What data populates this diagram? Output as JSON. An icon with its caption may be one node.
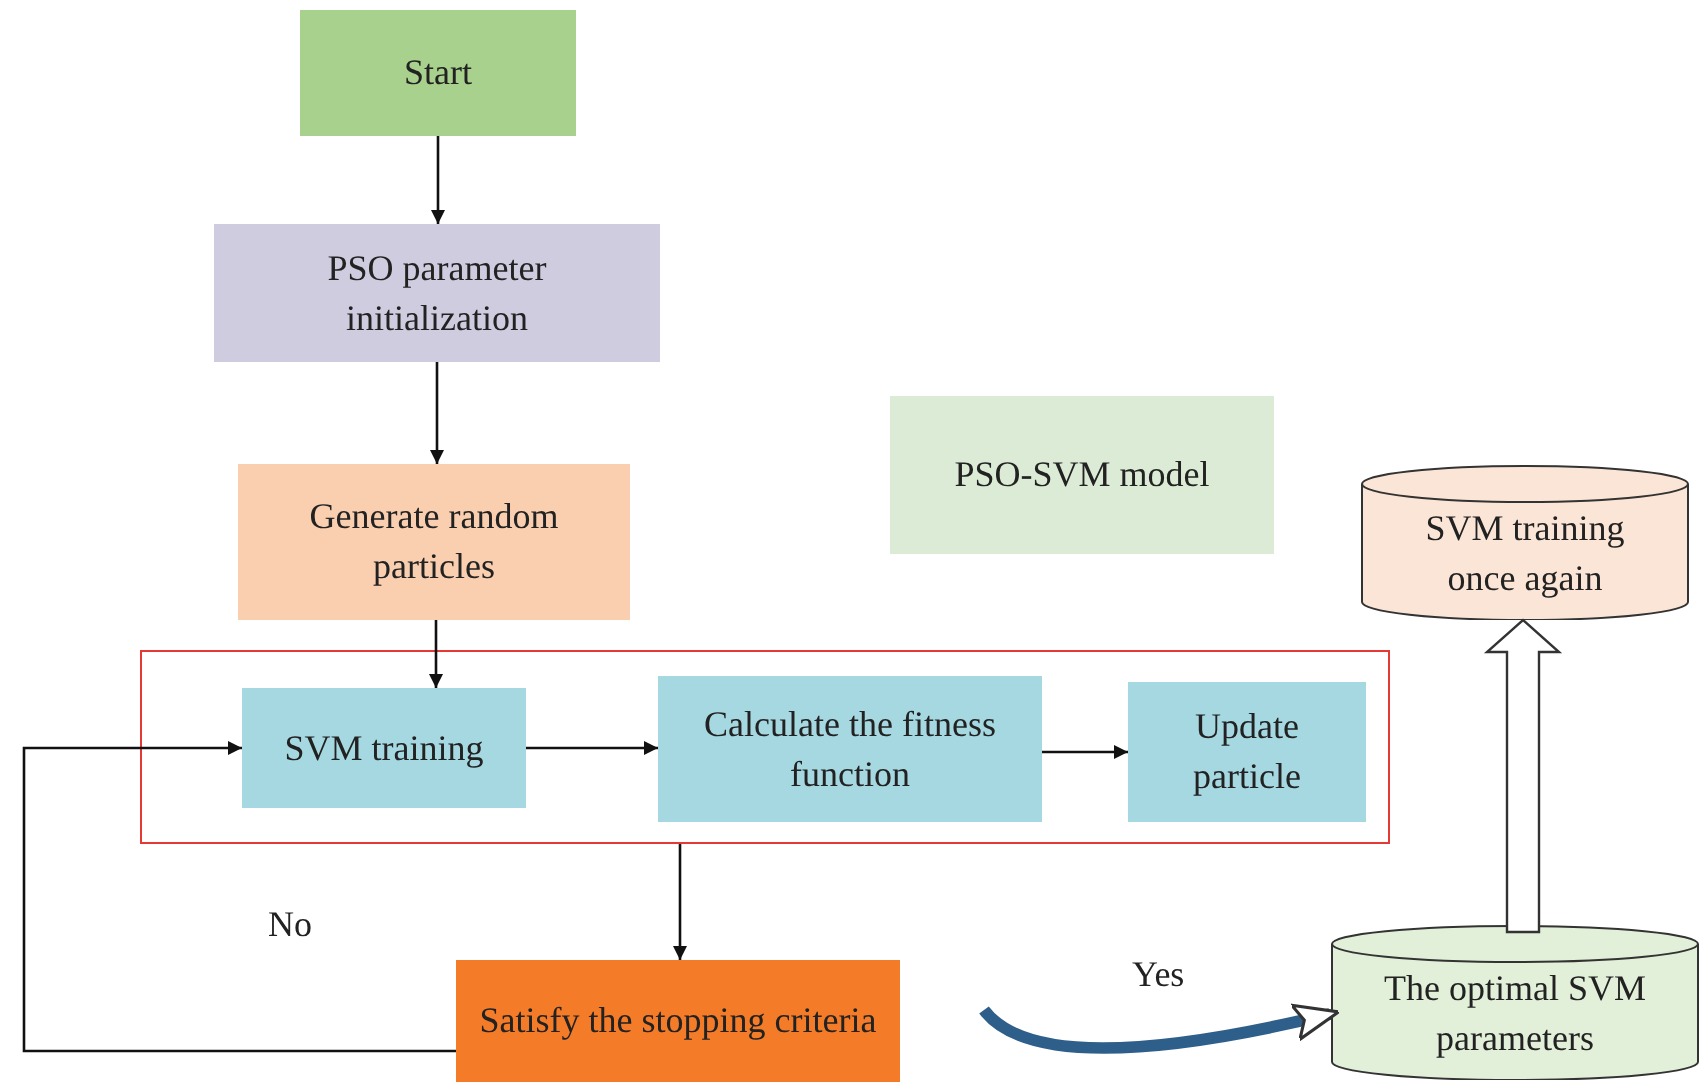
{
  "diagram": {
    "nodes": [
      {
        "text": [
          "Start"
        ]
      },
      {
        "text": [
          "PSO parameter initialization"
        ]
      },
      {
        "text": [
          "Generate random particles"
        ]
      },
      {
        "text": [],
        "shape": "box"
      },
      {
        "text": [
          "SVM training"
        ],
        "in": 3
      },
      {
        "text": [
          "Calculate the fitness function"
        ],
        "in": 3
      },
      {
        "text": [
          "Update particle"
        ],
        "in": 3
      },
      {
        "text": [
          "Satisfy the stopping criteria"
        ]
      },
      {
        "text": [
          "PSO-SVM model"
        ]
      },
      {
        "text": [
          "SVM training once again"
        ]
      },
      {
        "text": [
          "The optimal SVM parameters"
        ]
      }
    ],
    "edges": [
      {
        "from": 0,
        "to": 1,
        "arrow": "to"
      },
      {
        "from": 1,
        "to": 2,
        "arrow": "to"
      },
      {
        "from": 2,
        "to": 4,
        "arrow": "to"
      },
      {
        "from": 4,
        "to": 5,
        "arrow": "to"
      },
      {
        "from": 5,
        "to": 6,
        "arrow": "to"
      },
      {
        "from": 3,
        "to": 7,
        "arrow": "to"
      },
      {
        "from": 7,
        "to": 4,
        "arrow": "to",
        "label": "No"
      },
      {
        "from": 7,
        "to": 10,
        "arrow": "to",
        "label": "Yes",
        "style": "thick",
        "color": "#2e5f8a"
      },
      {
        "from": 10,
        "to": 9,
        "arrow": "to",
        "style": "thick"
      }
    ]
  }
}
